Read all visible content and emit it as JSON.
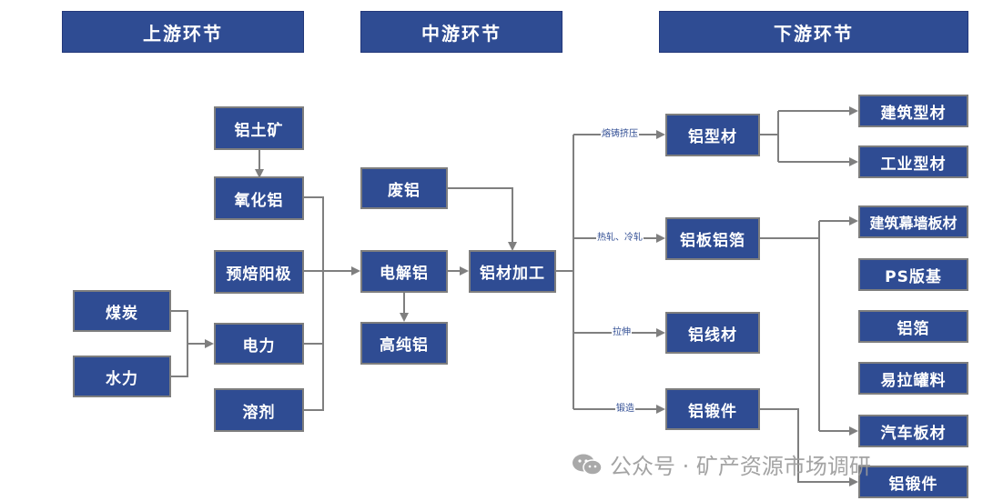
{
  "headers": {
    "upstream": "上游环节",
    "midstream": "中游环节",
    "downstream": "下游环节"
  },
  "nodes": {
    "bauxite": "铝土矿",
    "alumina": "氧化铝",
    "prebaked_anode": "预焙阳极",
    "coal": "煤炭",
    "hydro": "水力",
    "power": "电力",
    "flux": "溶剂",
    "scrap_al": "废铝",
    "electrolytic_al": "电解铝",
    "high_purity_al": "高纯铝",
    "al_processing": "铝材加工",
    "al_profile": "铝型材",
    "al_plate_foil": "铝板铝箔",
    "al_wire": "铝线材",
    "al_forging": "铝锻件",
    "building_profile": "建筑型材",
    "industrial_profile": "工业型材",
    "curtain_wall_plate": "建筑幕墙板材",
    "ps_plate": "PS版基",
    "al_foil": "铝箔",
    "can_stock": "易拉罐料",
    "auto_plate": "汽车板材",
    "al_forging_out": "铝锻件"
  },
  "process_labels": {
    "casting_extrusion": "熔铸挤压",
    "hot_cold_rolling": "热轧、冷轧",
    "drawing": "拉伸",
    "forging": "锻造"
  },
  "watermark": {
    "text": "公众号 · 矿产资源市场调研",
    "icon": "wechat-icon"
  },
  "colors": {
    "box_fill": "#2f4c93",
    "box_border": "#7e7e7e",
    "connector": "#7f7f7f"
  }
}
